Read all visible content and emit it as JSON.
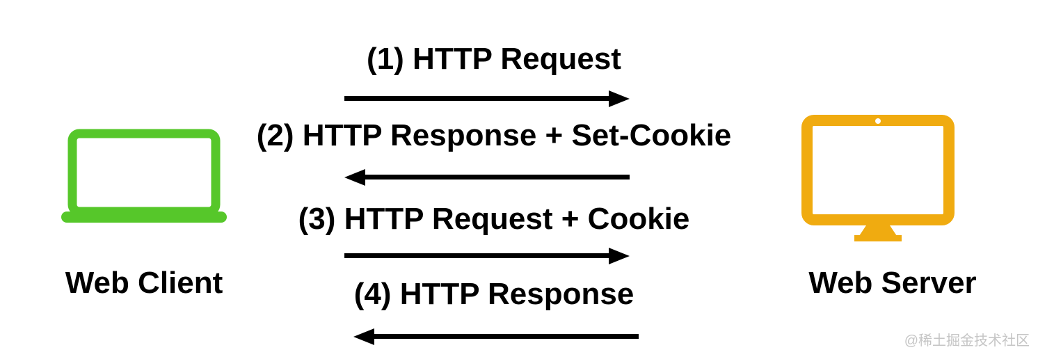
{
  "client": {
    "label": "Web Client",
    "color": "#56C72A"
  },
  "server": {
    "label": "Web Server",
    "color": "#F0AB10"
  },
  "messages": [
    {
      "label": "(1) HTTP Request",
      "direction": "right"
    },
    {
      "label": "(2) HTTP Response + Set-Cookie",
      "direction": "left"
    },
    {
      "label": "(3) HTTP Request + Cookie",
      "direction": "right"
    },
    {
      "label": "(4) HTTP Response",
      "direction": "left"
    }
  ],
  "arrow_color": "#000000",
  "text_color": "#000000",
  "watermark": {
    "label": "@稀土掘金技术社区",
    "color": "#C5C5C5"
  }
}
